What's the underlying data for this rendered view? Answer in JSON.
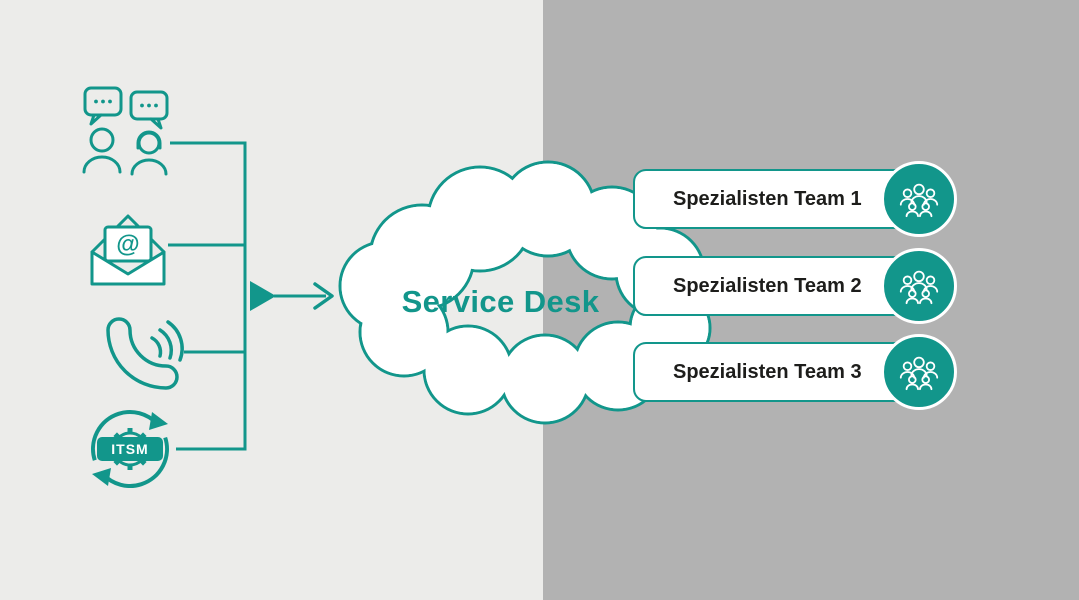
{
  "colors": {
    "teal": "#12968b",
    "left_bg": "#ececea",
    "right_bg": "#b2b2b2",
    "text_dark": "#1d1d1b",
    "white": "#ffffff"
  },
  "cloud": {
    "label": "Service Desk"
  },
  "channels": [
    {
      "name": "chat",
      "icon": "chat-people-icon"
    },
    {
      "name": "email",
      "icon": "email-at-icon",
      "symbol": "@"
    },
    {
      "name": "phone",
      "icon": "phone-waves-icon"
    },
    {
      "name": "itsm",
      "icon": "itsm-cycle-icon",
      "label": "ITSM"
    }
  ],
  "teams": [
    {
      "label": "Spezialisten Team 1"
    },
    {
      "label": "Spezialisten Team 2"
    },
    {
      "label": "Spezialisten Team 3"
    }
  ]
}
